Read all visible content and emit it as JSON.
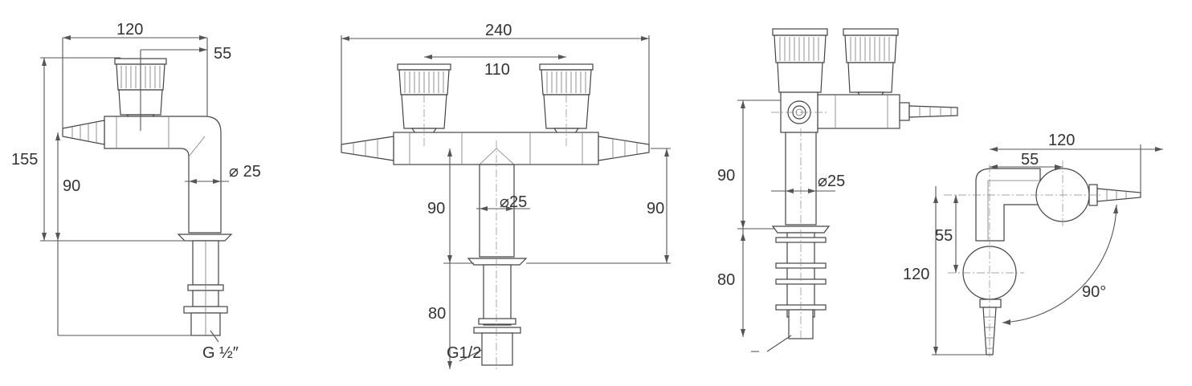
{
  "view1": {
    "dim_width": "120",
    "dim_offset": "55",
    "dim_height": "155",
    "dim_leg": "90",
    "dim_diameter": "⌀ 25",
    "thread": "G ½″"
  },
  "view2": {
    "dim_width": "240",
    "dim_spacing": "110",
    "dim_left_height": "90",
    "dim_right_height": "90",
    "dim_diameter": "⌀25",
    "dim_shank": "80",
    "thread": "G1/2"
  },
  "view3": {
    "dim_height": "90",
    "dim_diameter": "⌀25",
    "dim_shank": "80"
  },
  "view4": {
    "dim_width": "120",
    "dim_offset_x": "55",
    "dim_offset_y": "55",
    "dim_height": "120",
    "dim_angle": "90°"
  }
}
